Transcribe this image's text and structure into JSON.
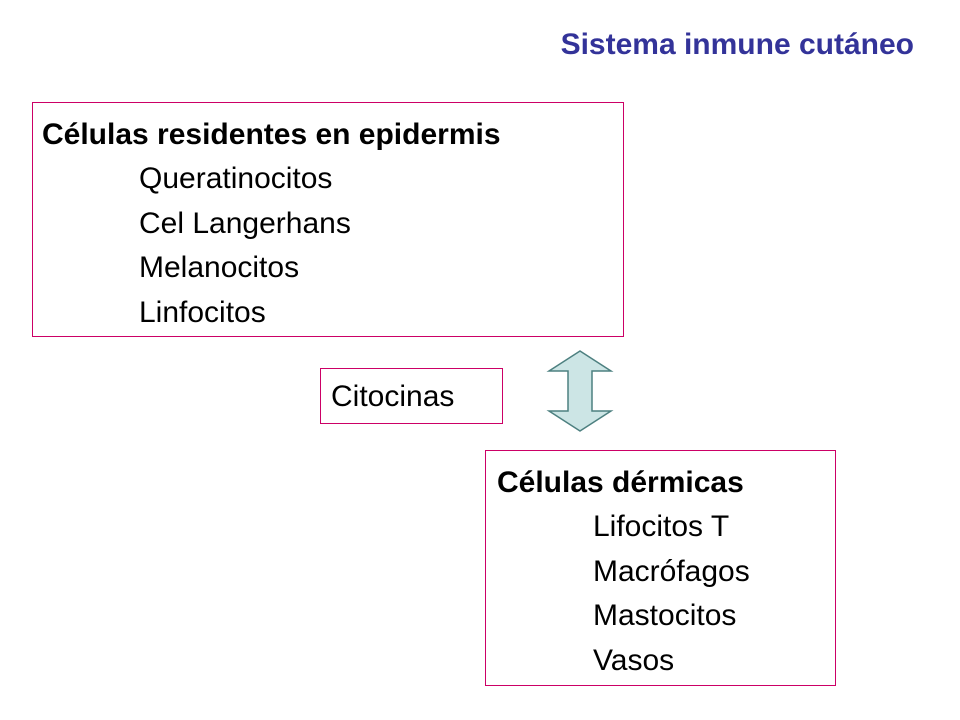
{
  "title": "Sistema inmune cutáneo",
  "epidermis": {
    "heading": "Células residentes en epidermis",
    "items": [
      "Queratinocitos",
      "Cel Langerhans",
      "Melanocitos",
      "Linfocitos"
    ]
  },
  "citocinas": "Citocinas",
  "dermis": {
    "heading": "Células dérmicas",
    "items": [
      "Lifocitos T",
      "Macrófagos",
      "Mastocitos",
      "Vasos"
    ]
  },
  "colors": {
    "title": "#333399",
    "box_border": "#cc0066",
    "arrow_fill": "#cce5e5",
    "arrow_stroke": "#4d8080"
  },
  "icons": {
    "arrow": "double-headed-vertical-arrow"
  }
}
